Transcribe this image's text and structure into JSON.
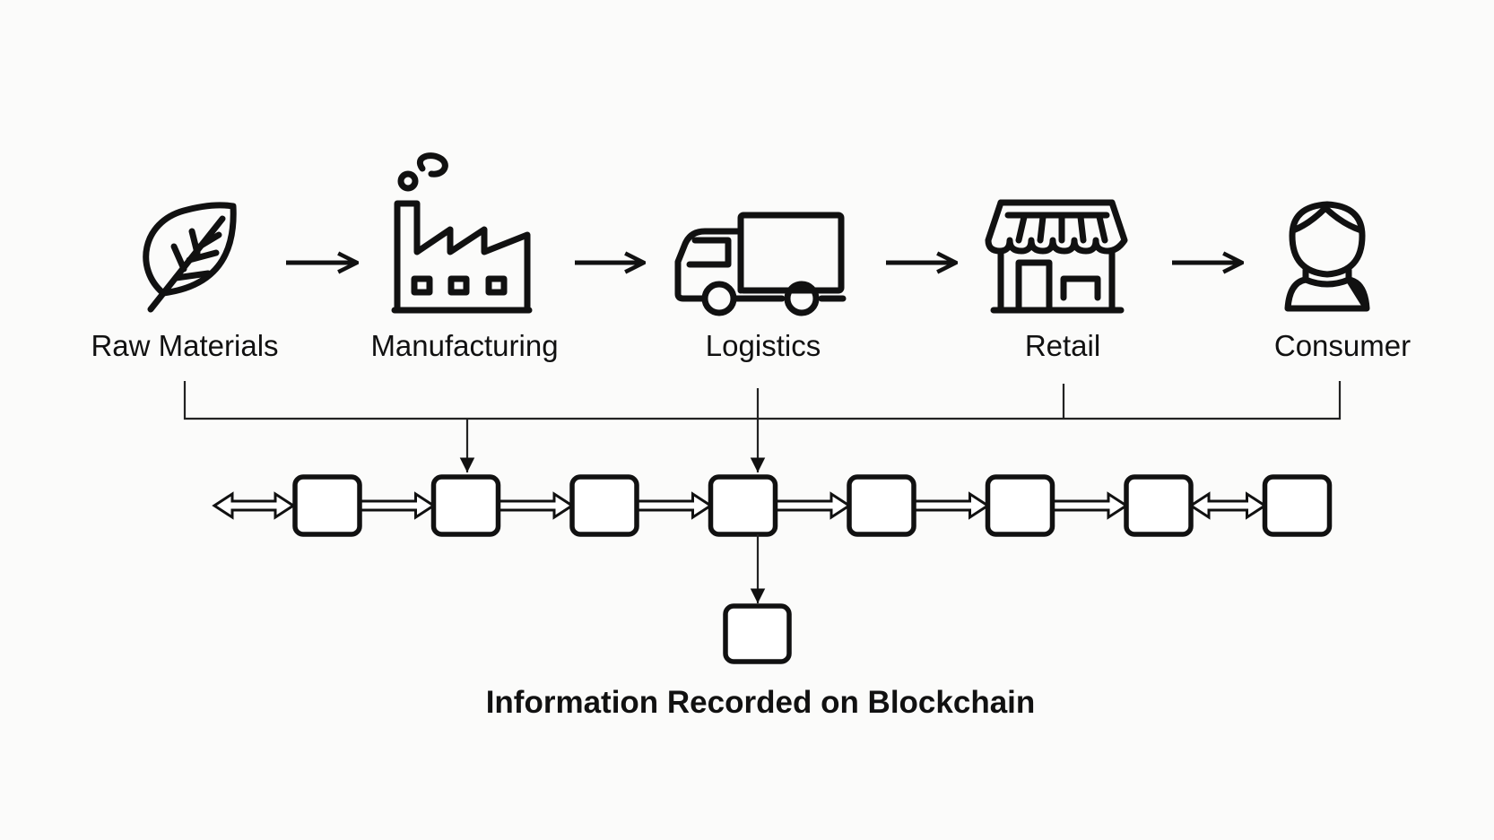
{
  "stages": [
    {
      "label": "Raw Materials",
      "icon": "leaf-icon"
    },
    {
      "label": "Manufacturing",
      "icon": "factory-icon"
    },
    {
      "label": "Logistics",
      "icon": "truck-icon"
    },
    {
      "label": "Retail",
      "icon": "store-icon"
    },
    {
      "label": "Consumer",
      "icon": "person-icon"
    }
  ],
  "blockchain": {
    "block_count": 8,
    "caption": "Information Recorded on Blockchain"
  }
}
